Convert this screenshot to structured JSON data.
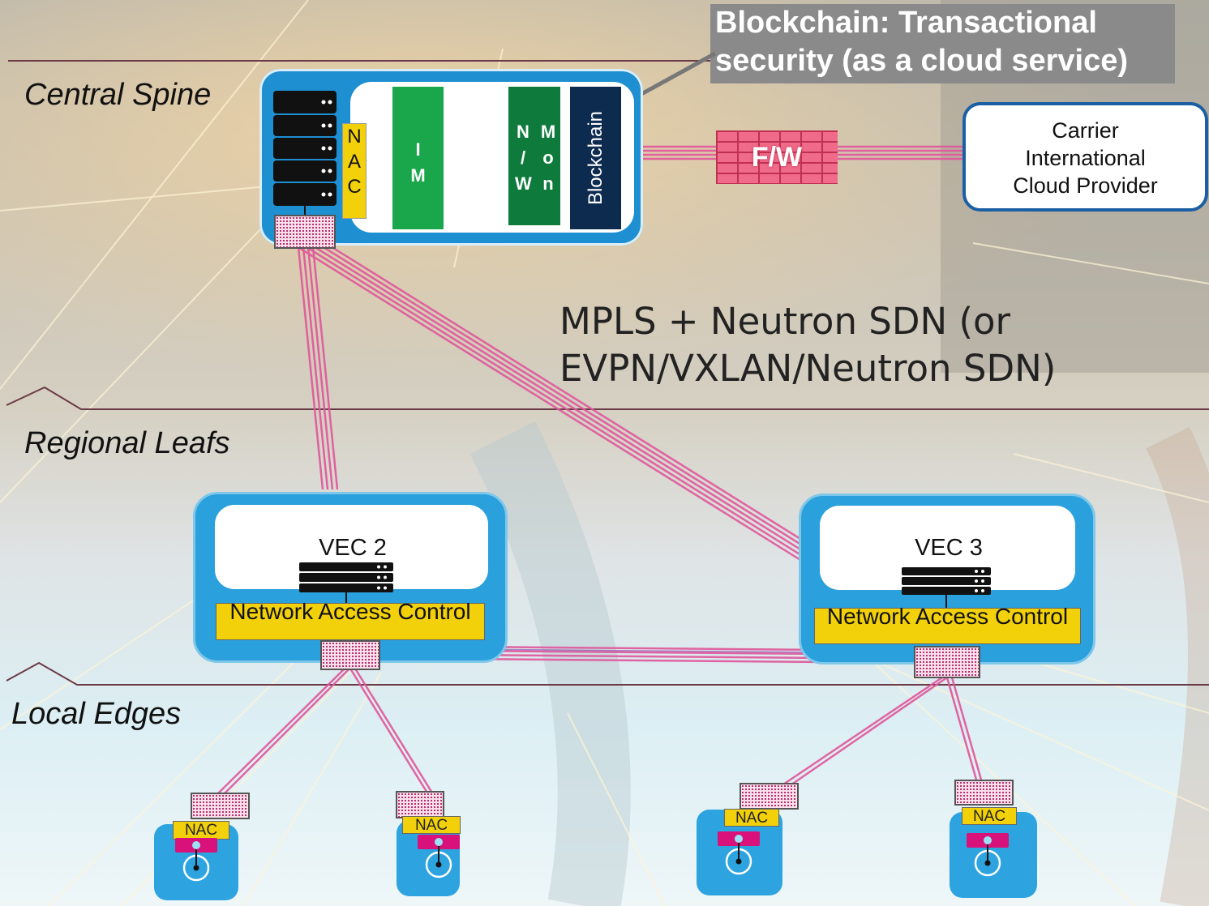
{
  "tiers": {
    "central": "Central Spine",
    "regional": "Regional Leafs",
    "local": "Local Edges"
  },
  "callout": "Blockchain: Transactional security (as a cloud service)",
  "spine": {
    "nac_letters": [
      "N",
      "A",
      "C"
    ],
    "im_lines": [
      "I",
      "M"
    ],
    "nw_lines": [
      "N",
      "/",
      "W"
    ],
    "mon_lines": [
      "M",
      "o",
      "n"
    ],
    "blockchain": "Blockchain"
  },
  "firewall": "F/W",
  "carrier": [
    "Carrier",
    "International",
    "Cloud Provider"
  ],
  "network_label": [
    "MPLS + Neutron SDN (or",
    "EVPN/VXLAN/Neutron SDN)"
  ],
  "vec2": {
    "title": "VEC 2",
    "nac": "Network Access Control"
  },
  "vec3": {
    "title": "VEC 3",
    "nac": "Network Access Control"
  },
  "edges": [
    {
      "nac": "NAC"
    },
    {
      "nac": "NAC"
    },
    {
      "nac": "NAC"
    },
    {
      "nac": "NAC"
    }
  ],
  "colors": {
    "spine_blue": "#1e8fd1",
    "im_green": "#1aa64a",
    "nw_green": "#0e7a3c",
    "blockchain_navy": "#0d2a4f",
    "nac_yellow": "#f2d10a",
    "link_pink": "#e0559a",
    "callout_gray": "#8a8a8a"
  }
}
